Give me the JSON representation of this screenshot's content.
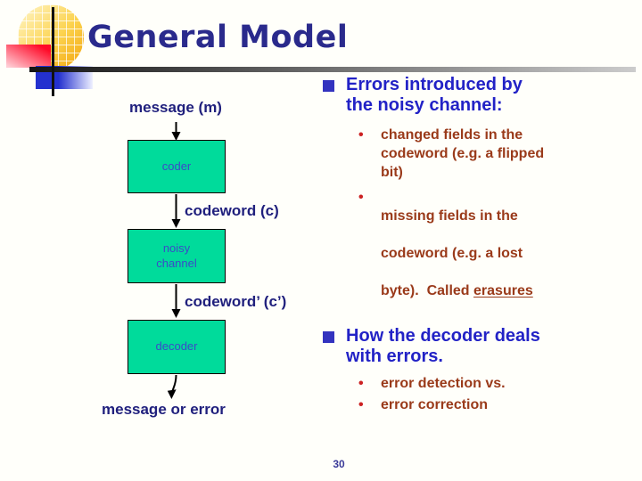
{
  "slide": {
    "title": "General Model",
    "page_number": "30"
  },
  "flowchart": {
    "labels": {
      "input": "message (m)",
      "after_coder": "codeword (c)",
      "after_channel": "codeword’ (c’)",
      "output": "message or error"
    },
    "boxes": {
      "coder": "coder",
      "noisy_channel": [
        "noisy",
        "channel"
      ],
      "decoder": "decoder"
    }
  },
  "bullets": {
    "glyph": "•",
    "heading1": {
      "lines": [
        "Errors introduced by",
        "the noisy channel:"
      ]
    },
    "sub1": {
      "lines": [
        "changed fields in the",
        "codeword (e.g. a flipped",
        "bit)"
      ]
    },
    "sub2": {
      "line1": "missing fields in the",
      "line2": "codeword (e.g. a lost",
      "line3_prefix": "byte).  Called ",
      "line3_underlined": "erasures"
    },
    "heading2": {
      "lines": [
        "How the decoder deals",
        "with errors."
      ]
    },
    "sub3": "error detection vs.",
    "sub4": "error correction"
  },
  "colors": {
    "title": "#2a2a8c",
    "heading_blue": "#2222c6",
    "sub_brown": "#9a3a1a",
    "bullet_red": "#cc2222",
    "bullet_square_blue": "#3333bf",
    "box_fill": "#00db9b",
    "box_text": "#3a4bc8",
    "flow_label_navy": "#20207d",
    "rule_gradient_start": "#141414",
    "rule_gradient_end": "#cccccc"
  }
}
